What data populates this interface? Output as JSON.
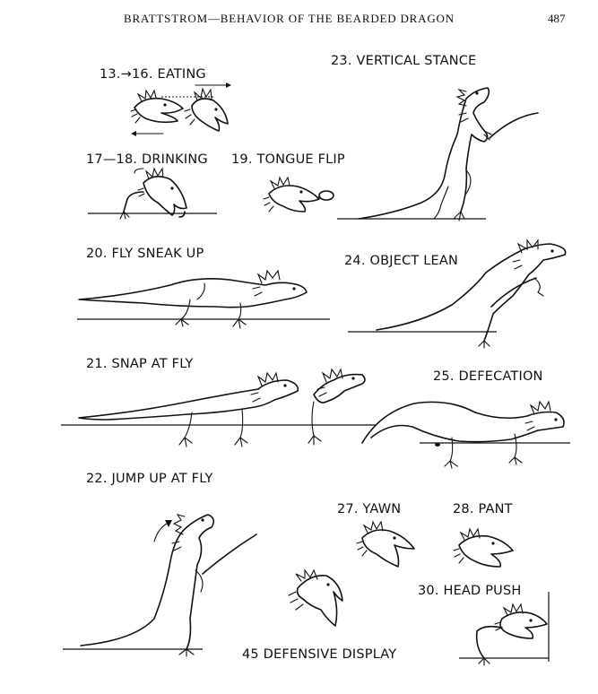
{
  "header": {
    "running_head": "BRATTSTROM—BEHAVIOR OF THE BEARDED DRAGON",
    "page_number": "487"
  },
  "figure": {
    "labels": {
      "eating": "13.→16. EATING",
      "vertical_stance": "23. VERTICAL STANCE",
      "drinking": "17—18. DRINKING",
      "tongue_flip": "19. TONGUE FLIP",
      "fly_sneak_up": "20. FLY SNEAK UP",
      "object_lean": "24. OBJECT LEAN",
      "snap_at_fly": "21. SNAP AT FLY",
      "defecation": "25. DEFECATION",
      "jump_up_at_fly": "22. JUMP UP AT FLY",
      "yawn": "27. YAWN",
      "pant": "28. PANT",
      "head_push": "30. HEAD PUSH",
      "defensive_display": "45 DEFENSIVE DISPLAY"
    }
  }
}
